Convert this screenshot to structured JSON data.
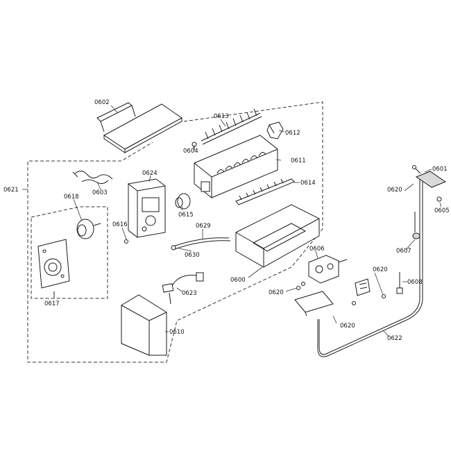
{
  "labels": {
    "p0602": "0602",
    "p0613": "0613",
    "p0612": "0612",
    "p0604": "0604",
    "p0611": "0611",
    "p0624": "0624",
    "p0603": "0603",
    "p0614": "0614",
    "p0621": "0621",
    "p0618": "0618",
    "p0615": "0615",
    "p0616": "0616",
    "p0629": "0629",
    "p0630": "0630",
    "p0617": "0617",
    "p0623": "0623",
    "p0610": "0610",
    "p0600": "0600",
    "p0606": "0606",
    "p0620a": "0620",
    "p0620b": "0620",
    "p0620c": "0620",
    "p0620d": "0620",
    "p0601": "0601",
    "p0605": "0605",
    "p0607": "0607",
    "p0608": "0608",
    "p0622": "0622"
  }
}
